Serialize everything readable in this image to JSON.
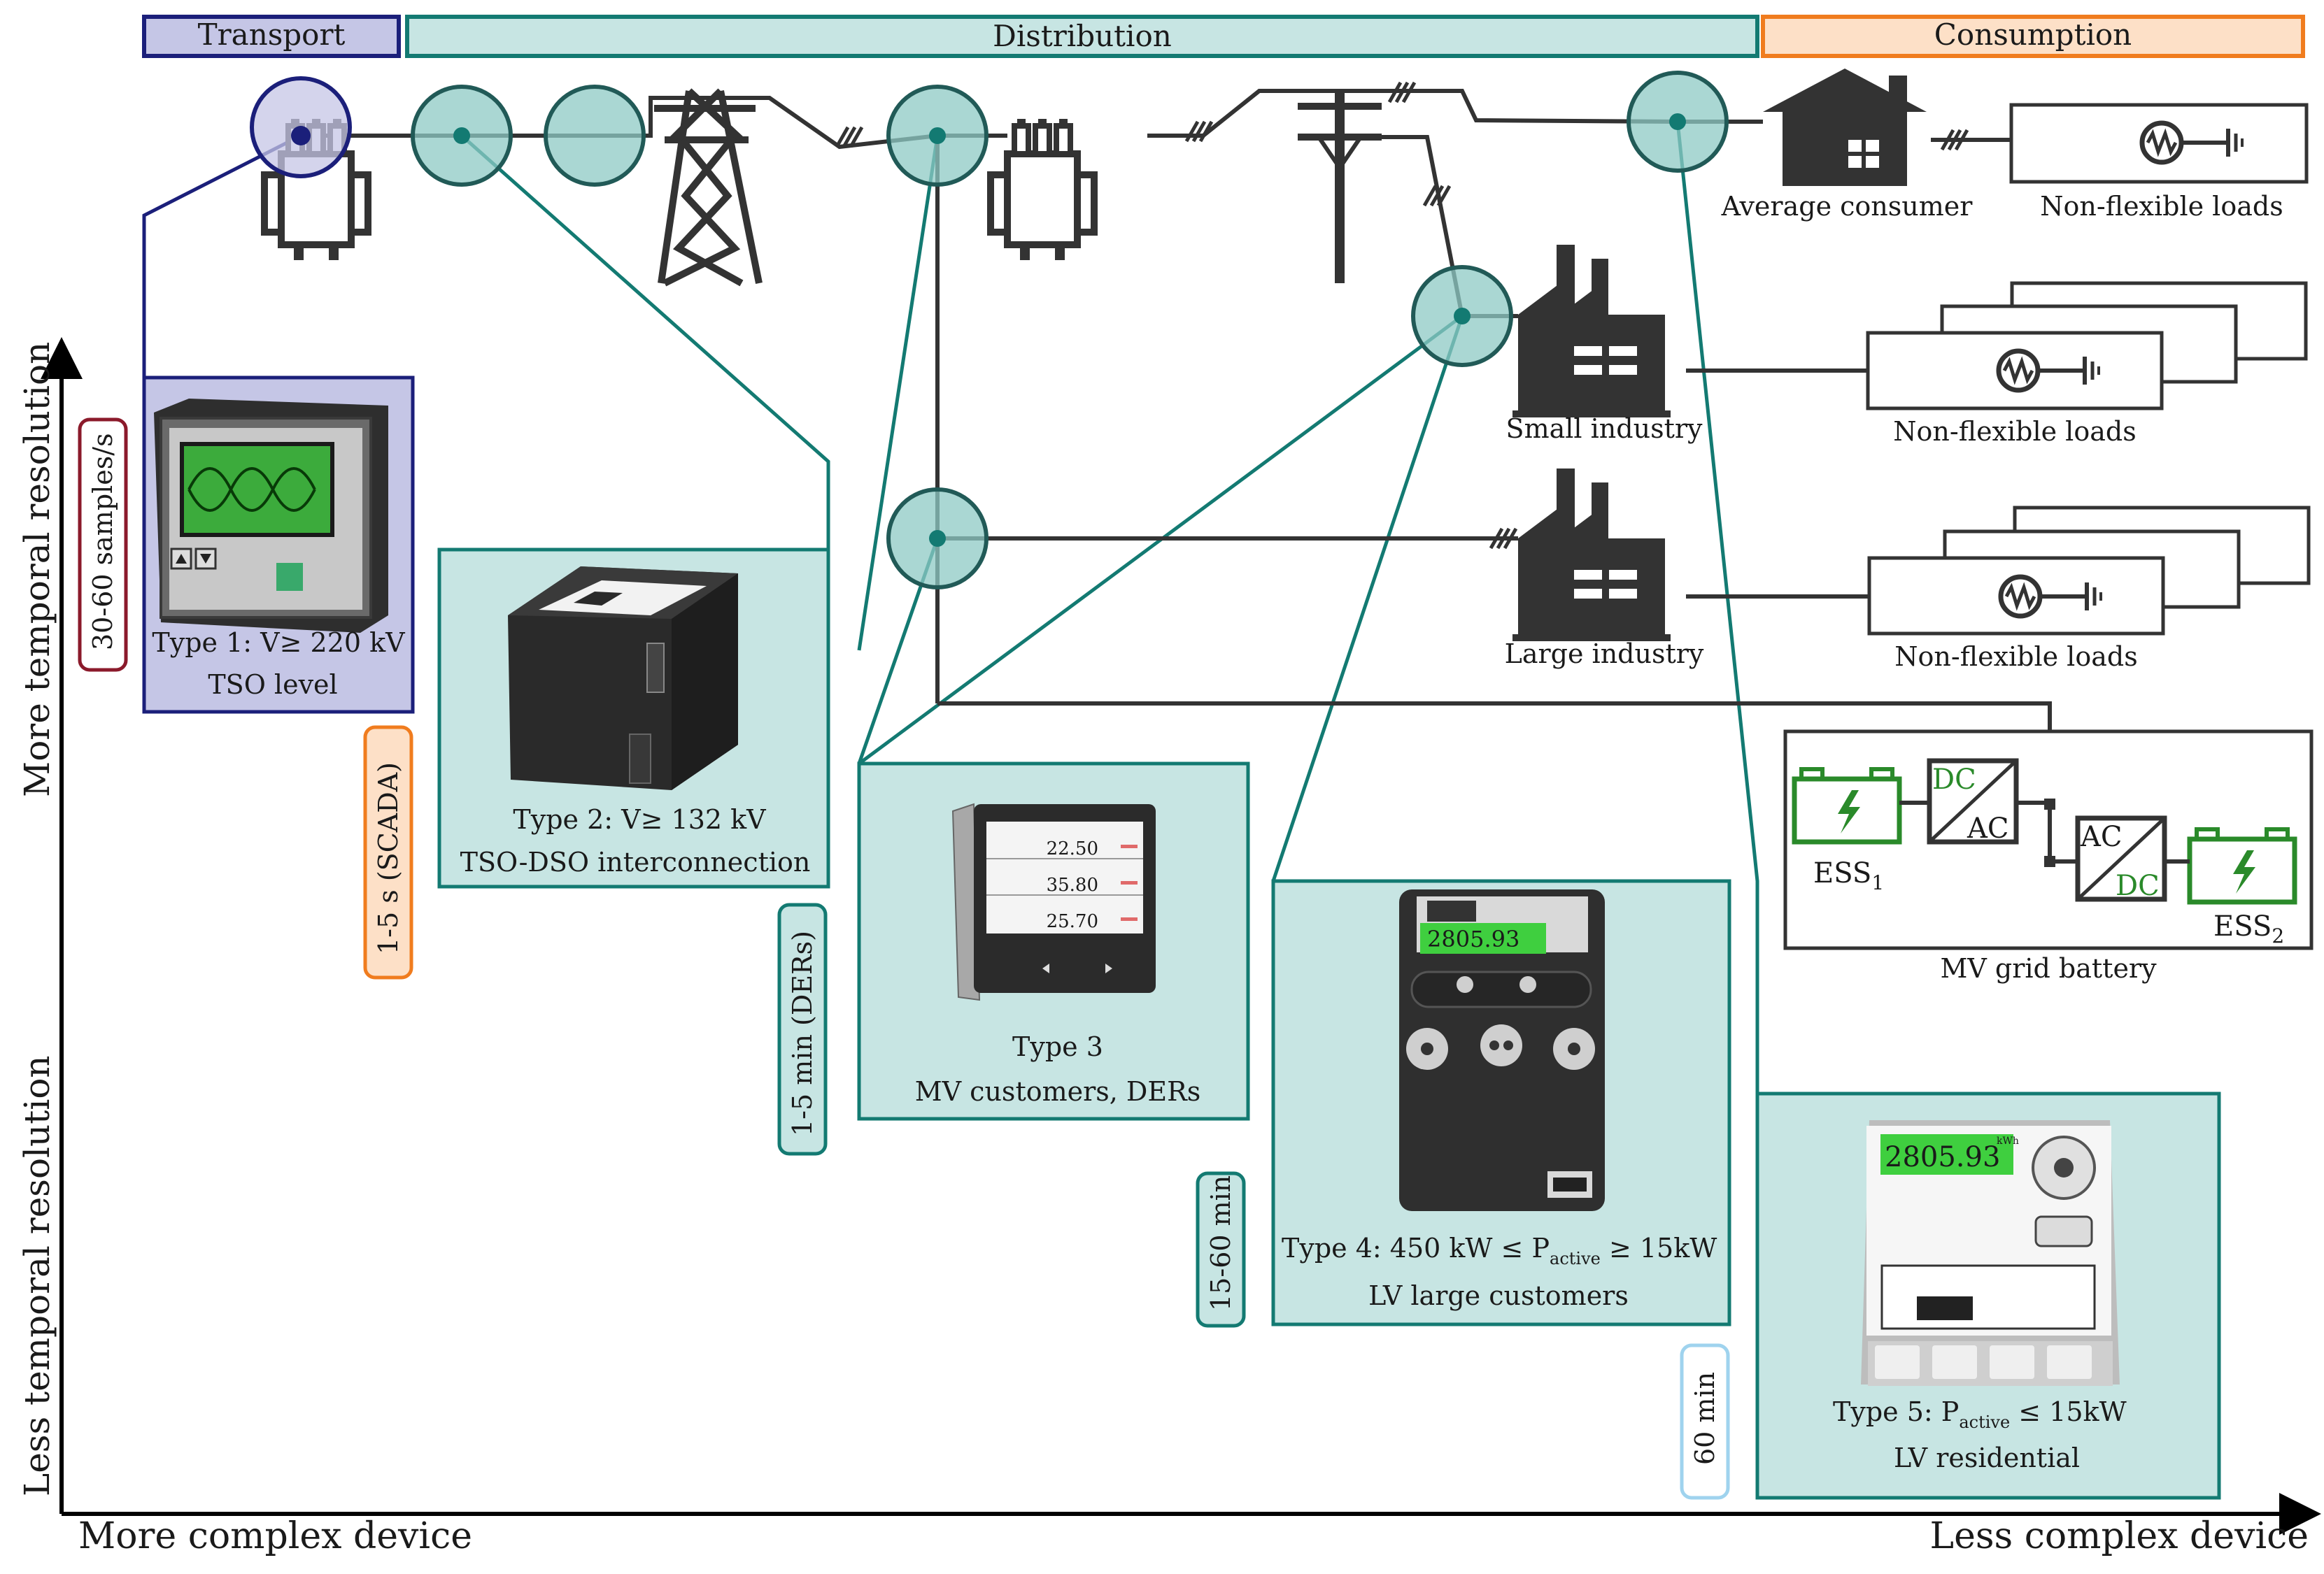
{
  "sections": {
    "transport": "Transport",
    "distribution": "Distribution",
    "consumption": "Consumption"
  },
  "axes": {
    "y_top": "More temporal resolution",
    "y_bottom": "Less temporal resolution",
    "x_left": "More complex device",
    "x_right": "Less complex device"
  },
  "rates": {
    "r1": "30-60 samples/s",
    "r2": "1-5 s (SCADA)",
    "r3": "1-5 min (DERs)",
    "r4": "15-60 min",
    "r5": "60 min"
  },
  "devices": {
    "t1": {
      "line1": "Type 1: V≥ 220 kV",
      "line2": "TSO level"
    },
    "t2": {
      "line1": "Type 2: V≥ 132 kV",
      "line2": "TSO-DSO interconnection"
    },
    "t3": {
      "line1": "Type 3",
      "line2": "MV customers, DERs",
      "r1": "22.50",
      "r2": "35.80",
      "r3": "25.70"
    },
    "t4": {
      "pre": "Type 4: 450 kW ≤ P",
      "sub": "active",
      "post": " ≥ 15kW",
      "line2": "LV large customers",
      "lcd": "2805.93"
    },
    "t5": {
      "pre": "Type 5: P",
      "sub": "active",
      "post": " ≤ 15kW",
      "line2": "LV residential",
      "lcd": "2805.93",
      "unit": "kWh"
    }
  },
  "consumers": {
    "average": "Average consumer",
    "small": "Small industry",
    "large": "Large industry",
    "nfl": "Non-flexible loads"
  },
  "battery": {
    "ess": "ESS",
    "sub1": "1",
    "sub2": "2",
    "dc": "DC",
    "ac": "AC",
    "title": "MV grid battery"
  },
  "colors": {
    "transport": "#1b1f7a",
    "transport_fill": "#c5c6e6",
    "distribution": "#137a72",
    "distribution_fill": "#c7e5e3",
    "consumption": "#f07c1e",
    "consumption_fill": "#fde0c7",
    "rate_red": "#8b1a2b",
    "rate_sky": "#9fd3ee",
    "ess_green": "#2a8a2a",
    "equipment": "#333333"
  }
}
